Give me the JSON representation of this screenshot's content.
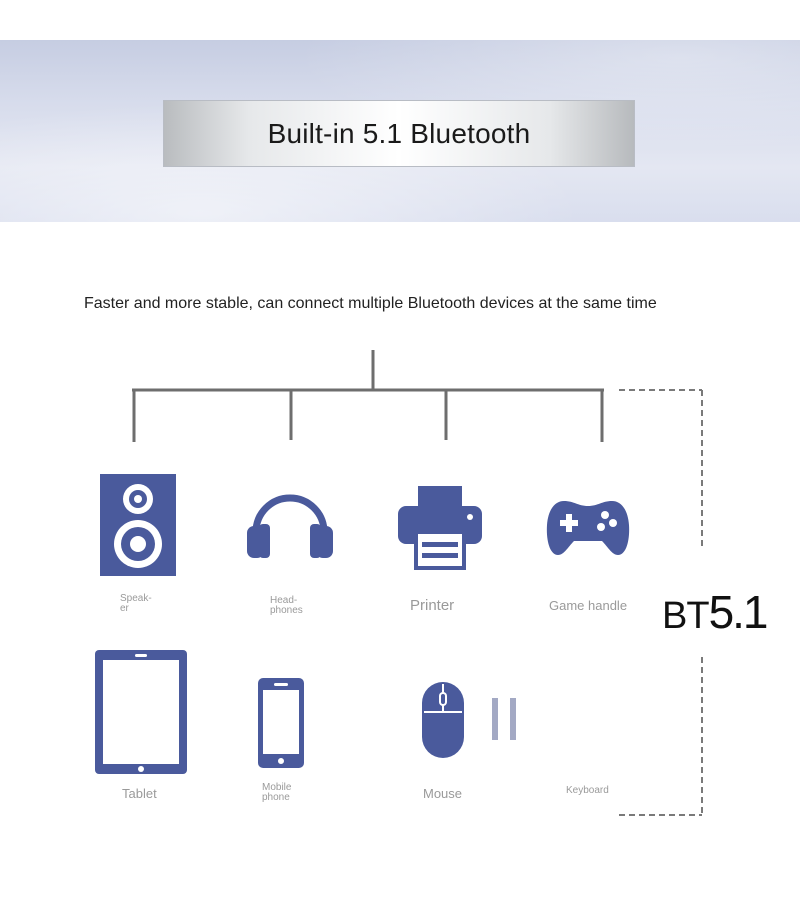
{
  "banner": {
    "title": "Built-in 5.1 Bluetooth"
  },
  "subtitle": "Faster and more stable, can connect multiple Bluetooth devices at the same time",
  "badge": {
    "prefix": "BT",
    "version": "5.1"
  },
  "devices": {
    "speaker": {
      "label_line1": "Speak-",
      "label_line2": "er",
      "icon": "speaker-icon"
    },
    "headphones": {
      "label_line1": "Head-",
      "label_line2": "phones",
      "icon": "headphones-icon"
    },
    "printer": {
      "label": "Printer",
      "icon": "printer-icon"
    },
    "game_handle": {
      "label": "Game handle",
      "icon": "gamepad-icon"
    },
    "tablet": {
      "label": "Tablet",
      "icon": "tablet-icon"
    },
    "mobile_phone": {
      "label_line1": "Mobile",
      "label_line2": "phone",
      "icon": "phone-icon"
    },
    "mouse": {
      "label": "Mouse",
      "icon": "mouse-icon"
    },
    "keyboard": {
      "label": "Keyboard",
      "icon": "keyboard-icon"
    }
  },
  "colors": {
    "icon_blue": "#4a5a9c",
    "line_gray": "#6e6e6e",
    "label_gray": "#9a9a9a"
  }
}
